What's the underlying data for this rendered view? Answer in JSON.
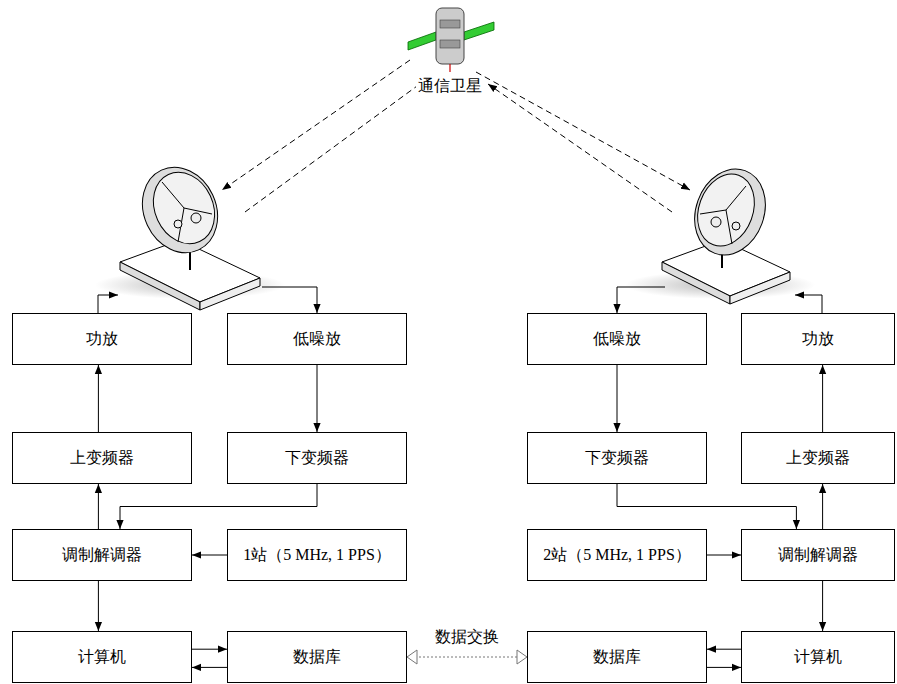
{
  "diagram": {
    "nodes": [
      {
        "text": [
          "功放"
        ]
      },
      {
        "text": [
          "低噪放"
        ]
      },
      {
        "text": [
          "低噪放"
        ]
      },
      {
        "text": [
          "功放"
        ]
      },
      {
        "text": [
          "上变频器"
        ]
      },
      {
        "text": [
          "下变频器"
        ]
      },
      {
        "text": [
          "下变频器"
        ]
      },
      {
        "text": [
          "上变频器"
        ]
      },
      {
        "text": [
          "调制解调器"
        ]
      },
      {
        "text": [
          "1站（5 MHz, 1 PPS）"
        ]
      },
      {
        "text": [
          "2站（5 MHz, 1 PPS）"
        ]
      },
      {
        "text": [
          "调制解调器"
        ]
      },
      {
        "text": [
          "计算机"
        ]
      },
      {
        "text": [
          "数据库"
        ]
      },
      {
        "text": [
          "数据库"
        ]
      },
      {
        "text": [
          "计算机"
        ]
      }
    ],
    "edges": [
      {
        "from": 4,
        "to": 0,
        "arrow": "to"
      },
      {
        "from": 1,
        "to": 5,
        "arrow": "to"
      },
      {
        "from": 5,
        "to": 8,
        "arrow": "to"
      },
      {
        "from": 9,
        "to": 8,
        "arrow": "to"
      },
      {
        "from": 8,
        "to": 4,
        "arrow": "to"
      },
      {
        "from": 8,
        "to": 12,
        "arrow": "to"
      },
      {
        "from": 12,
        "to": 13,
        "arrow": "to"
      },
      {
        "from": 13,
        "to": 12,
        "arrow": "to"
      },
      {
        "from": 13,
        "to": 14,
        "arrow": "both",
        "label": "数据交换"
      },
      {
        "from": 2,
        "to": 6,
        "arrow": "to"
      },
      {
        "from": 6,
        "to": 11,
        "arrow": "to"
      },
      {
        "from": 10,
        "to": 11,
        "arrow": "to"
      },
      {
        "from": 11,
        "to": 7,
        "arrow": "to"
      },
      {
        "from": 7,
        "to": 3,
        "arrow": "to"
      },
      {
        "from": 11,
        "to": 15,
        "arrow": "to"
      },
      {
        "from": 15,
        "to": 14,
        "arrow": "to"
      },
      {
        "from": 14,
        "to": 15,
        "arrow": "to"
      }
    ],
    "labels": [
      "通信卫星"
    ]
  }
}
